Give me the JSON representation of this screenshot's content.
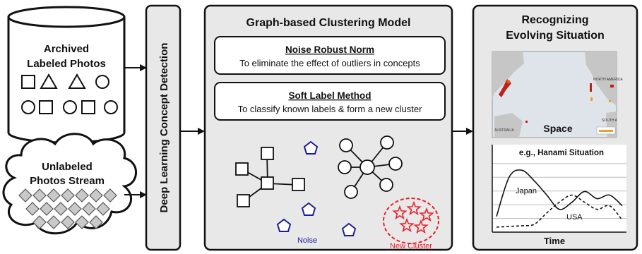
{
  "archive": {
    "line1": "Archived",
    "line2": "Labeled Photos"
  },
  "stream": {
    "line1": "Unlabeled",
    "line2": "Photos Stream"
  },
  "detection": {
    "label": "Deep Learning Concept Detection"
  },
  "model": {
    "title": "Graph-based Clustering Model",
    "norm": {
      "title": "Noise Robust Norm",
      "desc": "To eliminate the effect of outliers in concepts"
    },
    "soft": {
      "title": "Soft Label Method",
      "desc": "To classify known labels & form a new cluster"
    },
    "noise_label": "Noise",
    "new_cluster_label": "New Cluster"
  },
  "situation": {
    "title_line1": "Recognizing",
    "title_line2": "Evolving Situation",
    "map_label": "Space",
    "map_text": {
      "north_america": "NORTH AMERICA",
      "australia": "AUSTRALIA",
      "south": "SOUTH A"
    },
    "chart_title": "e.g., Hanami Situation",
    "series_japan": "Japan",
    "series_usa": "USA",
    "x_label": "Time"
  },
  "colors": {
    "noise": "#1c1c9a",
    "new_cluster": "#e8202a",
    "panel_bg": "#e8e8e8",
    "map_water": "#dfe4ea",
    "map_land": "#c6c6c6",
    "hotspot": "#c0201a"
  },
  "icons": [
    "database-icon",
    "cloud-icon",
    "pentagon-icon",
    "star-icon"
  ],
  "chart_data": {
    "type": "line",
    "title": "e.g., Hanami Situation",
    "xlabel": "Time",
    "ylabel": "",
    "x": [
      0,
      1,
      2,
      3,
      4,
      5,
      6,
      7,
      8,
      9,
      10
    ],
    "series": [
      {
        "name": "Japan",
        "style": "solid",
        "values": [
          2,
          7.5,
          8.5,
          7,
          5,
          3,
          4,
          5.5,
          4.5,
          5,
          3.5
        ]
      },
      {
        "name": "USA",
        "style": "dashed",
        "values": [
          0.5,
          0.6,
          0.7,
          0.9,
          2.5,
          4,
          5,
          4,
          3,
          3.5,
          1.5
        ]
      }
    ],
    "grid": true
  }
}
